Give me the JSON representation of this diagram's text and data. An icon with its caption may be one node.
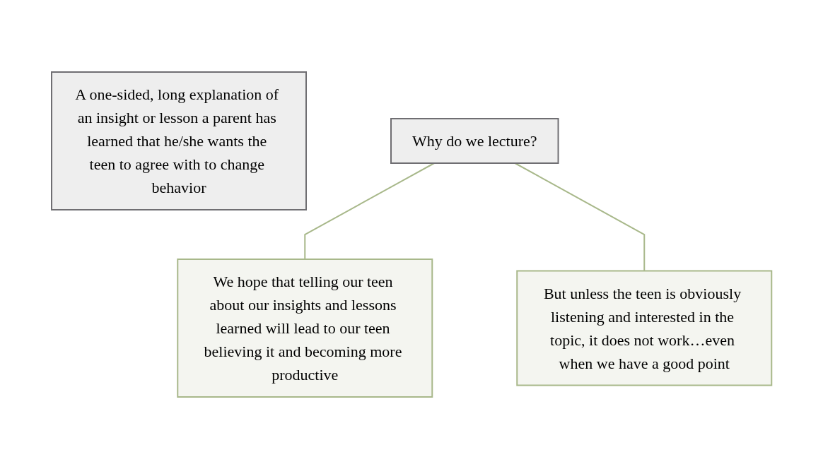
{
  "diagram": {
    "nodes": [
      {
        "text": [
          "A one-sided, long explanation of an insight or lesson a parent has learned that he/she wants the teen to agree with to change behavior"
        ]
      },
      {
        "text": [
          "Why do we lecture?"
        ]
      },
      {
        "text": [
          "We hope that telling our teen about our insights and lessons learned will lead to our teen believing it and becoming more productive"
        ]
      },
      {
        "text": [
          "But unless the teen is obviously listening and interested in the topic, it does not work…even when we have a good point"
        ]
      }
    ],
    "edges": [
      {
        "from": 1,
        "to": 2,
        "arrow": "none"
      },
      {
        "from": 1,
        "to": 3,
        "arrow": "none"
      }
    ]
  }
}
